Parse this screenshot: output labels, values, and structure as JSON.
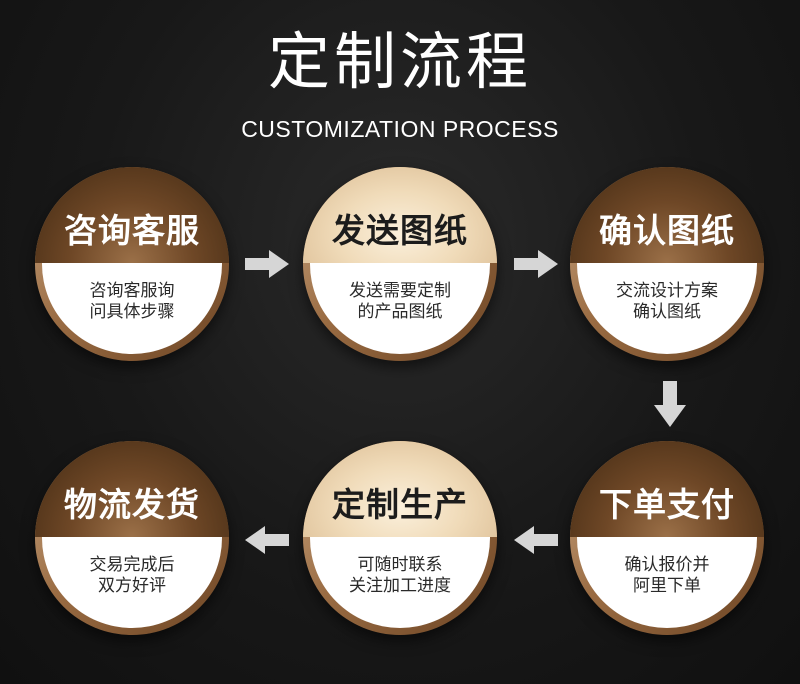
{
  "header": {
    "title": "定制流程",
    "subtitle": "CUSTOMIZATION PROCESS"
  },
  "steps": [
    {
      "title": "咨询客服",
      "desc": [
        "咨询客服询",
        "问具体步骤"
      ]
    },
    {
      "title": "发送图纸",
      "desc": [
        "发送需要定制",
        "的产品图纸"
      ]
    },
    {
      "title": "确认图纸",
      "desc": [
        "交流设计方案",
        "确认图纸"
      ]
    },
    {
      "title": "下单支付",
      "desc": [
        "确认报价并",
        "阿里下单"
      ]
    },
    {
      "title": "定制生产",
      "desc": [
        "可随时联系",
        "关注加工进度"
      ]
    },
    {
      "title": "物流发货",
      "desc": [
        "交易完成后",
        "双方好评"
      ]
    }
  ],
  "colors": {
    "background": "#181818",
    "gold_dark": "#6e4726",
    "gold_light": "#f0dbb9",
    "arrow": "#d6d6d6"
  }
}
